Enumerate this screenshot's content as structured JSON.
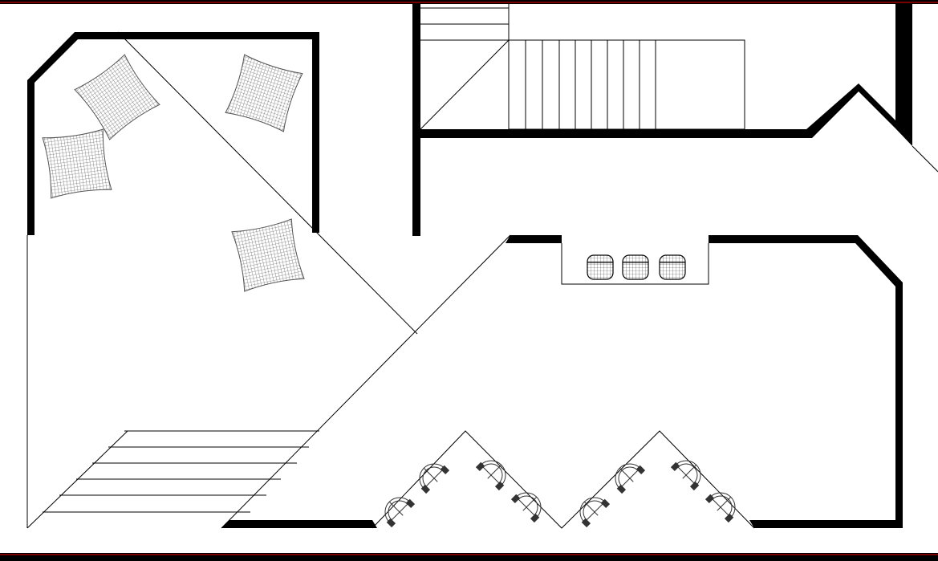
{
  "diagram": {
    "type": "architectural-floor-plan",
    "colors": {
      "frame": "#7a0000",
      "background": "#ffffff",
      "wall": "#000000",
      "line": "#000000",
      "hatch": "#555555"
    },
    "rooms": [
      "left-wing",
      "upper-right-wing",
      "lower-right-wing"
    ],
    "furniture": {
      "cushions": 4,
      "chairs_row": 3,
      "armchairs": 8
    },
    "stairs": {
      "left_stair_treads": 5,
      "top_stair_treads": 9
    }
  }
}
